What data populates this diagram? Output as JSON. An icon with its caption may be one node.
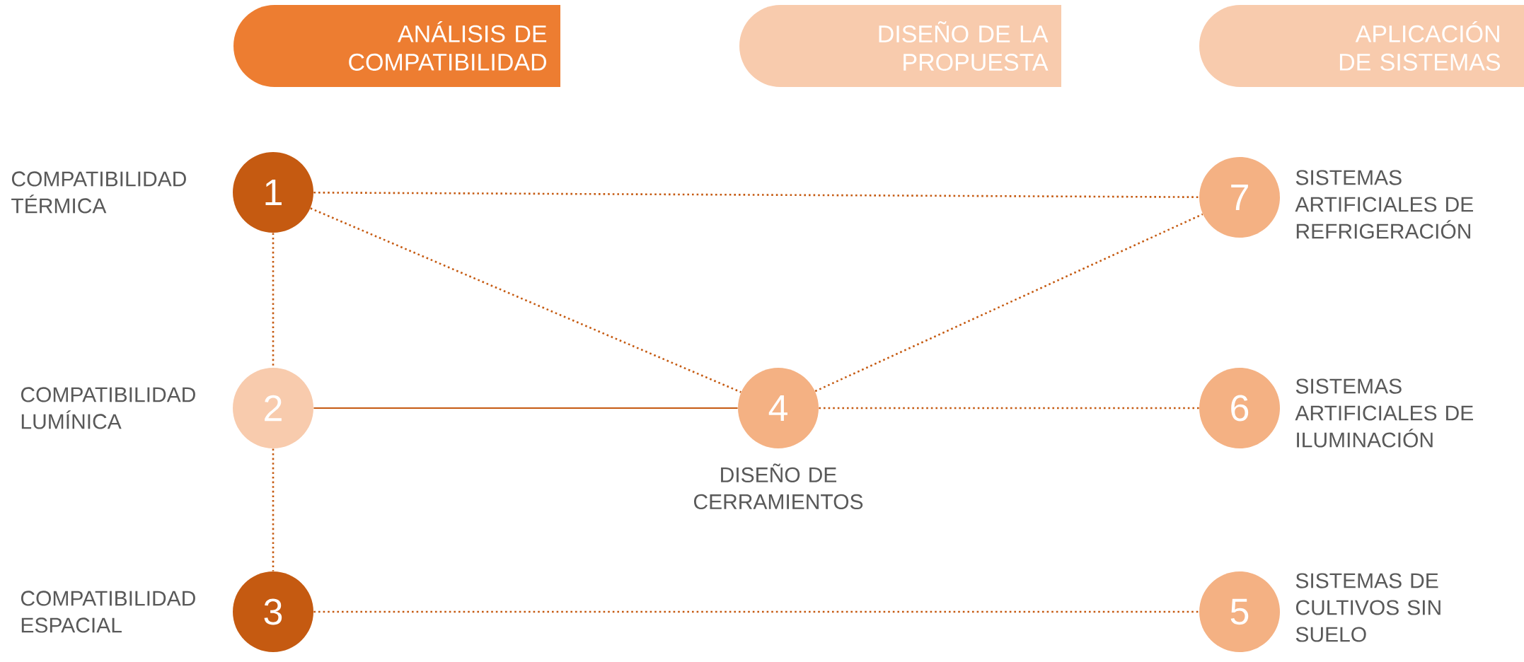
{
  "diagram": {
    "nodes": [
      {
        "text": [
          "ANÁLISIS DE COMPATIBILIDAD"
        ]
      },
      {
        "text": [
          "DISEÑO DE LA PROPUESTA"
        ]
      },
      {
        "text": [
          "APLICACIÓN DE SISTEMAS"
        ]
      },
      {
        "text": [
          "1"
        ],
        "beside": [
          "COMPATIBILIDAD TÉRMICA"
        ]
      },
      {
        "text": [
          "7"
        ],
        "beside": [
          "SISTEMAS ARTIFICIALES DE REFRIGERACIÓN"
        ]
      },
      {
        "text": [
          "2"
        ],
        "beside": [
          "COMPATIBILIDAD LUMÍNICA"
        ]
      },
      {
        "text": [
          "4"
        ],
        "beside": [
          "DISEÑO DE CERRAMIENTOS"
        ]
      },
      {
        "text": [
          "6"
        ],
        "beside": [
          "SISTEMAS ARTIFICIALES DE ILUMINACIÓN"
        ]
      },
      {
        "text": [
          "3"
        ],
        "beside": [
          "COMPATIBILIDAD ESPACIAL"
        ]
      },
      {
        "text": [
          "5"
        ],
        "beside": [
          "SISTEMAS DE CULTIVOS SIN SUELO"
        ]
      }
    ],
    "edges": [
      {
        "from": 3,
        "to": 4,
        "arrow": "none",
        "style": "dashed"
      },
      {
        "from": 3,
        "to": 6,
        "arrow": "none",
        "style": "dashed"
      },
      {
        "from": 6,
        "to": 4,
        "arrow": "none",
        "style": "dashed"
      },
      {
        "from": 3,
        "to": 5,
        "arrow": "none",
        "style": "dashed"
      },
      {
        "from": 5,
        "to": 8,
        "arrow": "none",
        "style": "dashed"
      },
      {
        "from": 5,
        "to": 6,
        "arrow": "none"
      },
      {
        "from": 6,
        "to": 7,
        "arrow": "none",
        "style": "dashed"
      },
      {
        "from": 8,
        "to": 9,
        "arrow": "none",
        "style": "dashed"
      }
    ]
  }
}
